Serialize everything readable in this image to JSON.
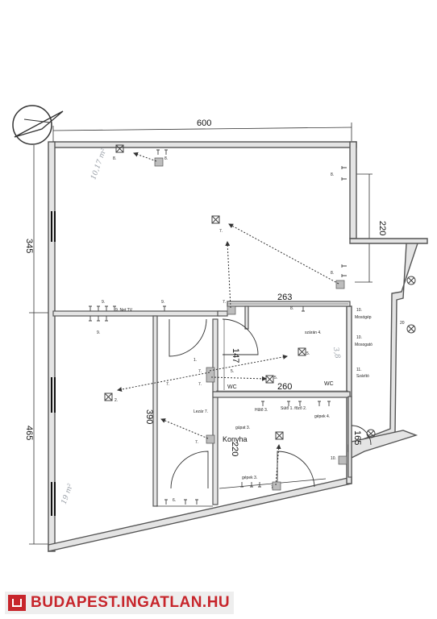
{
  "dimensions": {
    "top_width": "600",
    "left_upper": "345",
    "left_lower": "465",
    "balcony": "220",
    "corridor": "263",
    "bath_width": "260",
    "door_147": "147",
    "hall_390": "390",
    "kitchen_220": "220",
    "small_165": "165"
  },
  "rooms": {
    "kitchen": "Konyha",
    "wc_hall": "WC",
    "wc": "WC"
  },
  "labels": {
    "tv": "9. Net TV",
    "mosogep": "Mosógép",
    "mosogato": "Mosogató",
    "szarito": "Szárító",
    "num10a": "10.",
    "num10b": "10.",
    "num11": "11.",
    "lezar": "Lezár 7.",
    "kupat": "gúpat 3.",
    "hut": "Hűtő 3.",
    "suto": "Sütő 1. főző 2.",
    "gepek4": "gépek 4.",
    "gepek3": "gépek 3.",
    "szar4": "szárán 4.",
    "num8a": "8.",
    "num8b": "8.",
    "num8c": "8.",
    "num8d": "8.",
    "num8e": "8.",
    "num7a": "7.",
    "num7b": "7.",
    "num7c": "7.",
    "num7d": "7.",
    "num7e": "7.",
    "num7f": "7.",
    "num7g": "7.",
    "num2": "2.",
    "num5a": "5.",
    "num5b": "5.",
    "num5c": "5.",
    "num6": "6.",
    "num9a": "9.",
    "num9b": "9.",
    "num9c": "9.",
    "num20": "20",
    "num10c": "10.",
    "num1": "1."
  },
  "handwriting": {
    "room1": "10,17 m²",
    "room2": "19 m²",
    "bath": "3,8"
  },
  "watermark": {
    "text": "BUDAPEST.INGATLAN.HU"
  },
  "colors": {
    "wall": "#555555",
    "wall_fill": "#e4e4e4",
    "brand_red": "#c7252b",
    "fixture": "#666666"
  }
}
